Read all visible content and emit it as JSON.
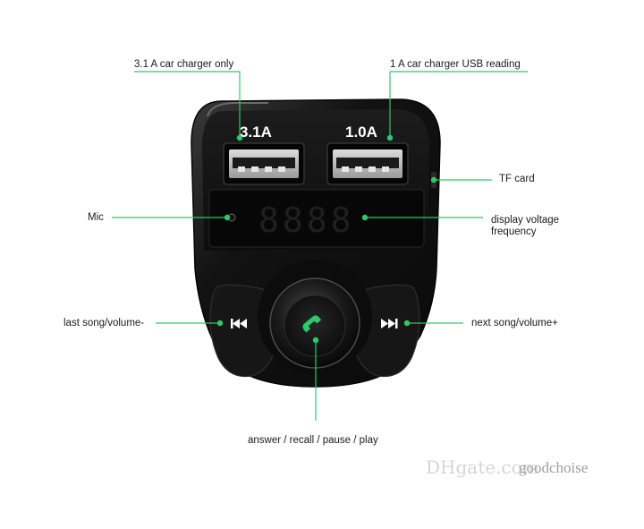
{
  "device": {
    "port_left_rating": "3.1A",
    "port_right_rating": "1.0A",
    "display_digits": "8888"
  },
  "callouts": {
    "car_charger_only": "3.1 A car charger only",
    "usb_reading": "1 A car charger USB reading",
    "tf_card": "TF card",
    "mic": "Mic",
    "display_line1": "display voltage",
    "display_line2": "frequency",
    "last_song": "last song/volume-",
    "next_song": "next song/volume+",
    "answer": "answer / recall / pause / play"
  },
  "watermark": {
    "logo": "DHgate.com",
    "seller": "goodchoise"
  },
  "colors": {
    "accent_green": "#2fc76a",
    "body_black": "#141414",
    "background": "#ffffff"
  },
  "icons": {
    "phone": "phone-icon",
    "previous": "previous-track-icon",
    "next": "next-track-icon",
    "mic": "mic-hole-icon"
  }
}
